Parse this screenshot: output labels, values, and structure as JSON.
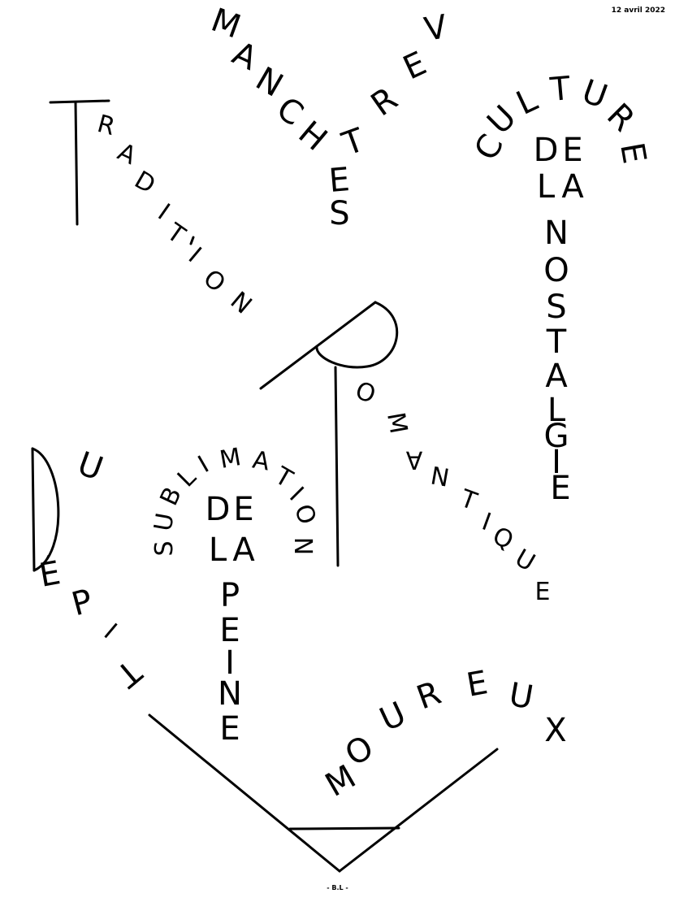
{
  "date": "12 avril 2022",
  "signature": "- B.L -",
  "words": {
    "vestes": [
      "V",
      "E",
      "R",
      "T",
      "E",
      "S"
    ],
    "manches": [
      "M",
      "A",
      "N",
      "C",
      "H"
    ],
    "tradition": [
      "R",
      "A",
      "D",
      "I",
      "T",
      "I",
      "O",
      "N"
    ],
    "culture": [
      "C",
      "U",
      "L",
      "T",
      "U",
      "R",
      "E"
    ],
    "de_nostalgie": [
      "D",
      "E",
      "L",
      "A",
      "N",
      "O",
      "S",
      "T",
      "A",
      "L",
      "G",
      "I",
      "E"
    ],
    "romantique": [
      "O",
      "M",
      "A",
      "N",
      "T",
      "I",
      "Q",
      "U",
      "E"
    ],
    "sublimation": [
      "S",
      "U",
      "B",
      "L",
      "I",
      "M",
      "A",
      "T",
      "I",
      "O",
      "N"
    ],
    "de_la_peine": [
      "D",
      "E",
      "L",
      "A",
      "P",
      "E",
      "I",
      "N",
      "E"
    ],
    "depit": [
      "U",
      "É",
      "P",
      "I",
      "T"
    ],
    "amoureux": [
      "M",
      "O",
      "U",
      "R",
      "E",
      "U",
      "X"
    ]
  }
}
